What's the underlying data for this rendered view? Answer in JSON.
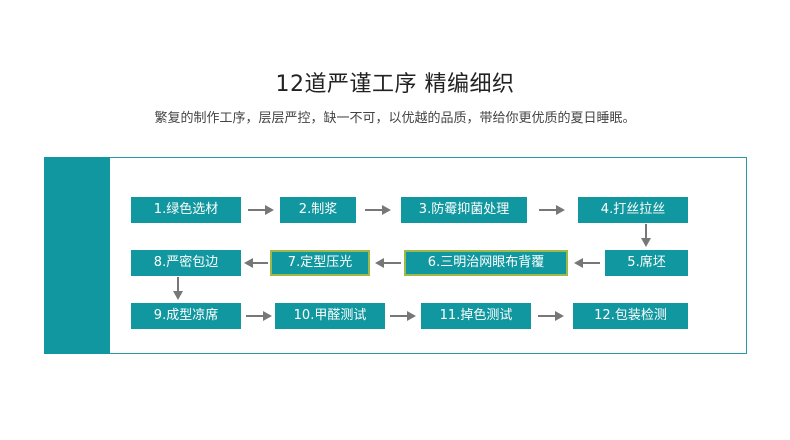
{
  "header": {
    "title": "12道严谨工序 精编细织",
    "subtitle": "繁复的制作工序，层层严控，缺一不可，以优越的品质，带给你更优质的夏日睡眠。"
  },
  "steps": [
    {
      "label": "1.绿色选材"
    },
    {
      "label": "2.制浆"
    },
    {
      "label": "3.防霉抑菌处理"
    },
    {
      "label": "4.打丝拉丝"
    },
    {
      "label": "5.席坯"
    },
    {
      "label": "6.三明治网眼布背覆"
    },
    {
      "label": "7.定型压光"
    },
    {
      "label": "8.严密包边"
    },
    {
      "label": "9.成型凉席"
    },
    {
      "label": "10.甲醛测试"
    },
    {
      "label": "11.掉色测试"
    },
    {
      "label": "12.包装检测"
    }
  ],
  "colors": {
    "accent": "#11979f",
    "outline": "#9fb84a",
    "arrow": "#777777"
  }
}
